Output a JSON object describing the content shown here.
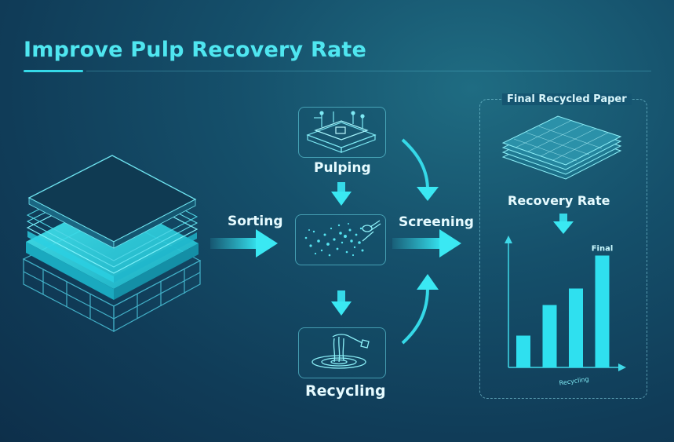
{
  "title": "Improve Pulp Recovery Rate",
  "labels": {
    "sorting": "Sorting",
    "pulping": "Pulping",
    "screening": "Screening",
    "recycling": "Recycling",
    "final_recycled_paper": "Final Recycled Paper",
    "recovery_rate": "Recovery Rate"
  },
  "chart_data": {
    "type": "bar",
    "title": "",
    "xlabel": "Recycling",
    "ylabel": "",
    "categories": [
      "",
      "",
      "",
      ""
    ],
    "values": [
      27,
      53,
      67,
      95
    ],
    "ylim": [
      0,
      100
    ],
    "annotations": [
      {
        "category_index": 3,
        "text": "Final"
      }
    ]
  },
  "colors": {
    "accent": "#35d9e8",
    "title": "#4fe6f0",
    "background": "#134a66",
    "bar": "#2fe0ef"
  },
  "icons": [
    "paper-stack-icon",
    "circuit-press-icon",
    "pulp-particles-icon",
    "water-pour-icon",
    "paper-sheets-icon"
  ]
}
